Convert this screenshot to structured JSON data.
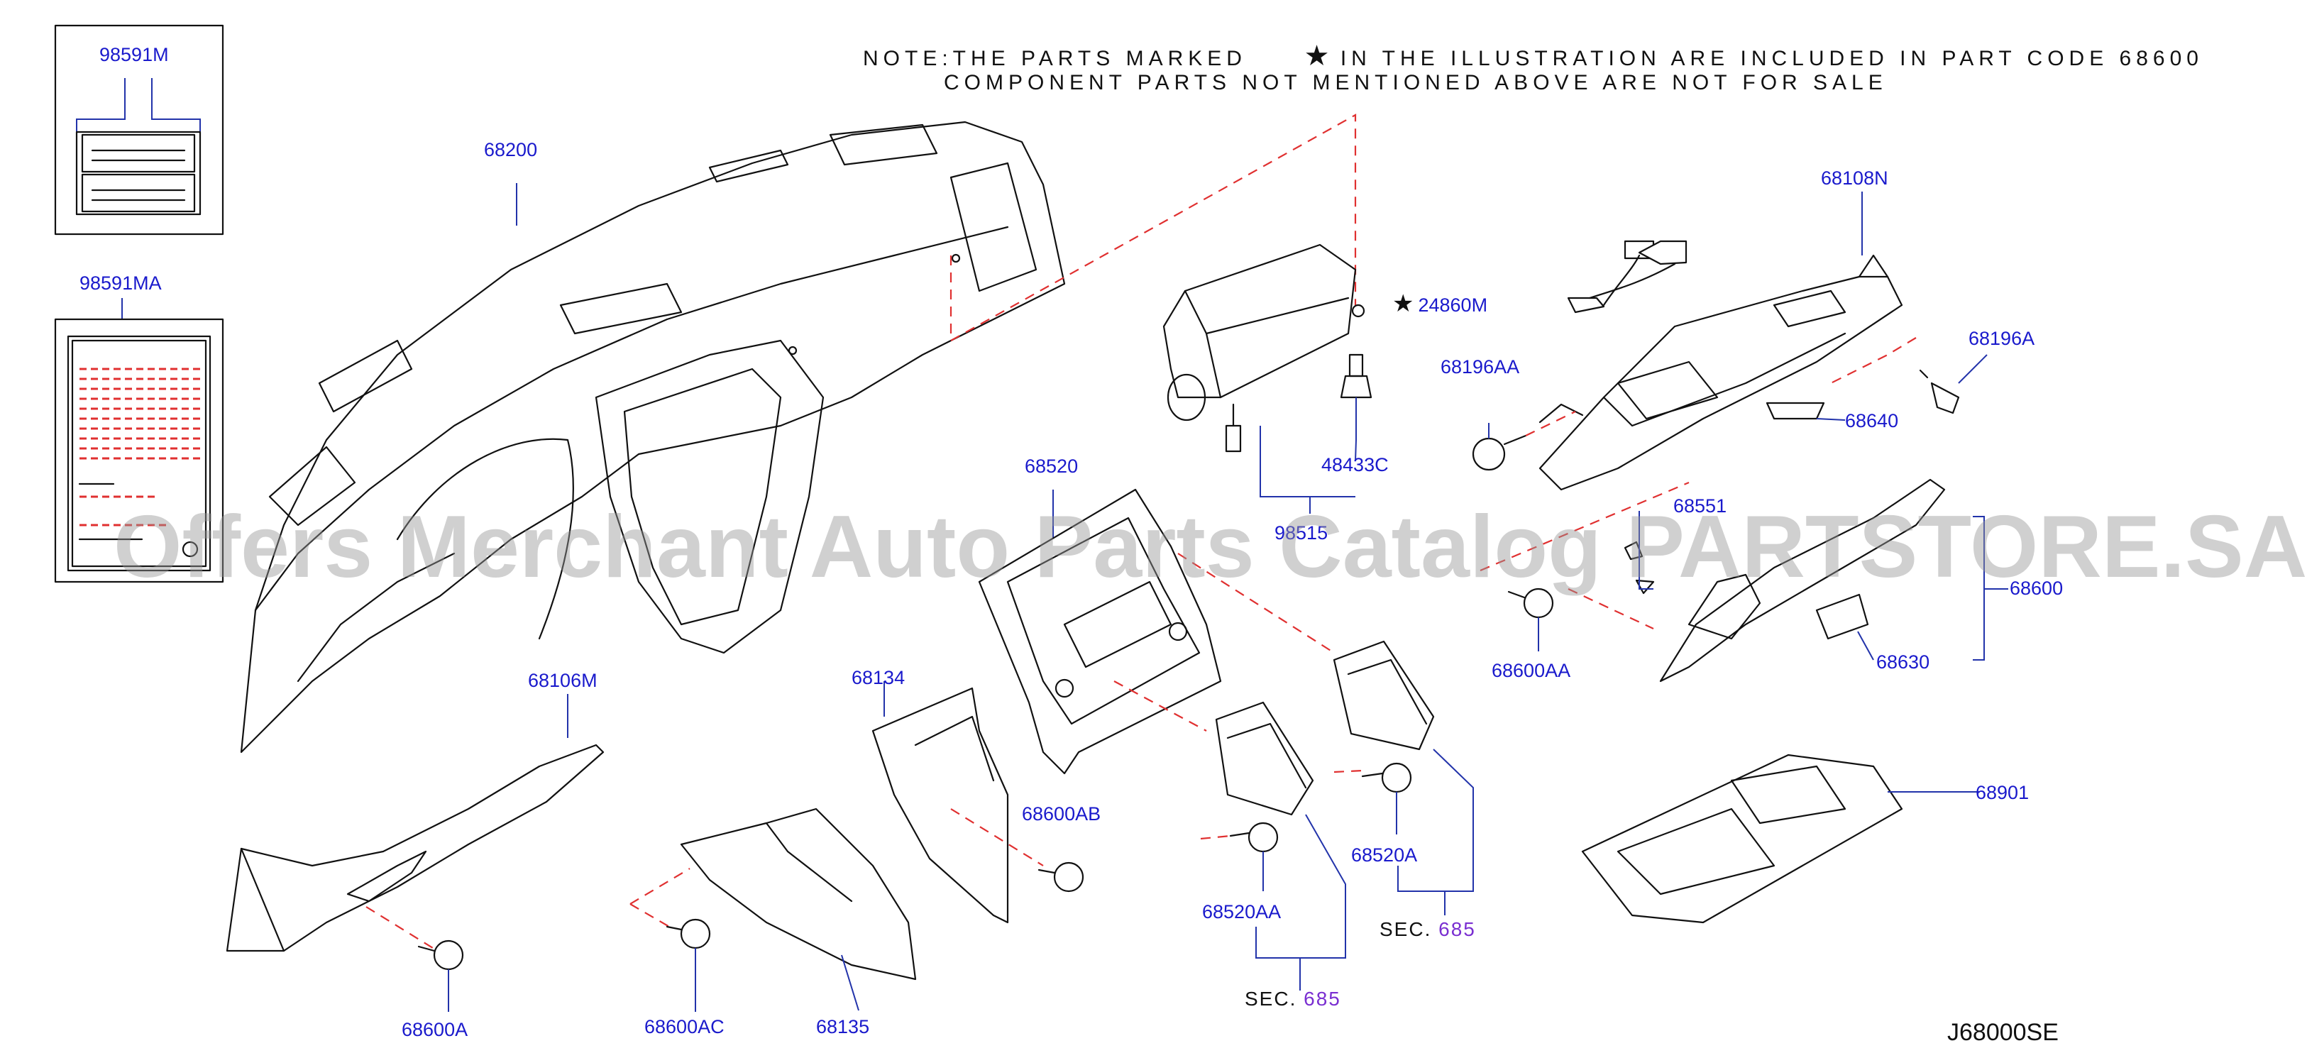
{
  "note": {
    "line1_before": "NOTE:THE PARTS MARKED",
    "star": "★",
    "line1_after": "IN THE ILLUSTRATION ARE INCLUDED IN PART CODE 68600",
    "line2": "COMPONENT PARTS NOT MENTIONED ABOVE ARE NOT FOR SALE"
  },
  "labels": {
    "p98591M": "98591M",
    "p98591MA": "98591MA",
    "p68200": "68200",
    "p24860M": "24860M",
    "p48433C": "48433C",
    "p98515": "98515",
    "p68108N": "68108N",
    "p68196AA": "68196AA",
    "p68196A": "68196A",
    "p68640": "68640",
    "p68551": "68551",
    "p68600": "68600",
    "p68600AA": "68600AA",
    "p68630": "68630",
    "p68520": "68520",
    "p68106M": "68106M",
    "p68134": "68134",
    "p68600AB": "68600AB",
    "p68520A": "68520A",
    "p68520AA": "68520AA",
    "p68901": "68901",
    "p68600A": "68600A",
    "p68600AC": "68600AC",
    "p68135": "68135"
  },
  "sec_refs": [
    {
      "prefix": "SEC.",
      "number": "685"
    },
    {
      "prefix": "SEC.",
      "number": "685"
    }
  ],
  "diagram_code": "J68000SE",
  "watermark": "Offers Merchant Auto Parts Catalog PARTSTORE.SA",
  "colors": {
    "label_blue": "#1a1acc",
    "section_purple": "#7a2fd1",
    "dash_red": "#e03030",
    "line_blue": "#2233aa"
  }
}
